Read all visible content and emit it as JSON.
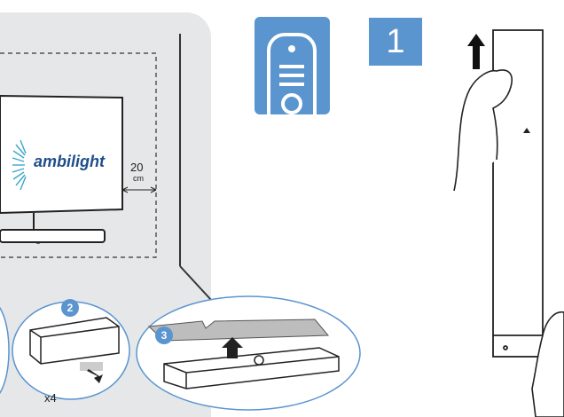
{
  "step_number": "1",
  "tv_logo_text": "ambilight",
  "distance": {
    "value": "20",
    "unit": "cm"
  },
  "step_badges": [
    {
      "number": "2"
    },
    {
      "number": "3"
    }
  ],
  "quantity_label": "x4",
  "icons": [
    "remote-control-icon",
    "up-arrow-icon",
    "hand-icon",
    "triangle-up-icon",
    "down-arrow-icon"
  ],
  "colors": {
    "accent_blue": "#5a95cf",
    "wall_gray": "#e6e7e8",
    "line_black": "#222222"
  }
}
